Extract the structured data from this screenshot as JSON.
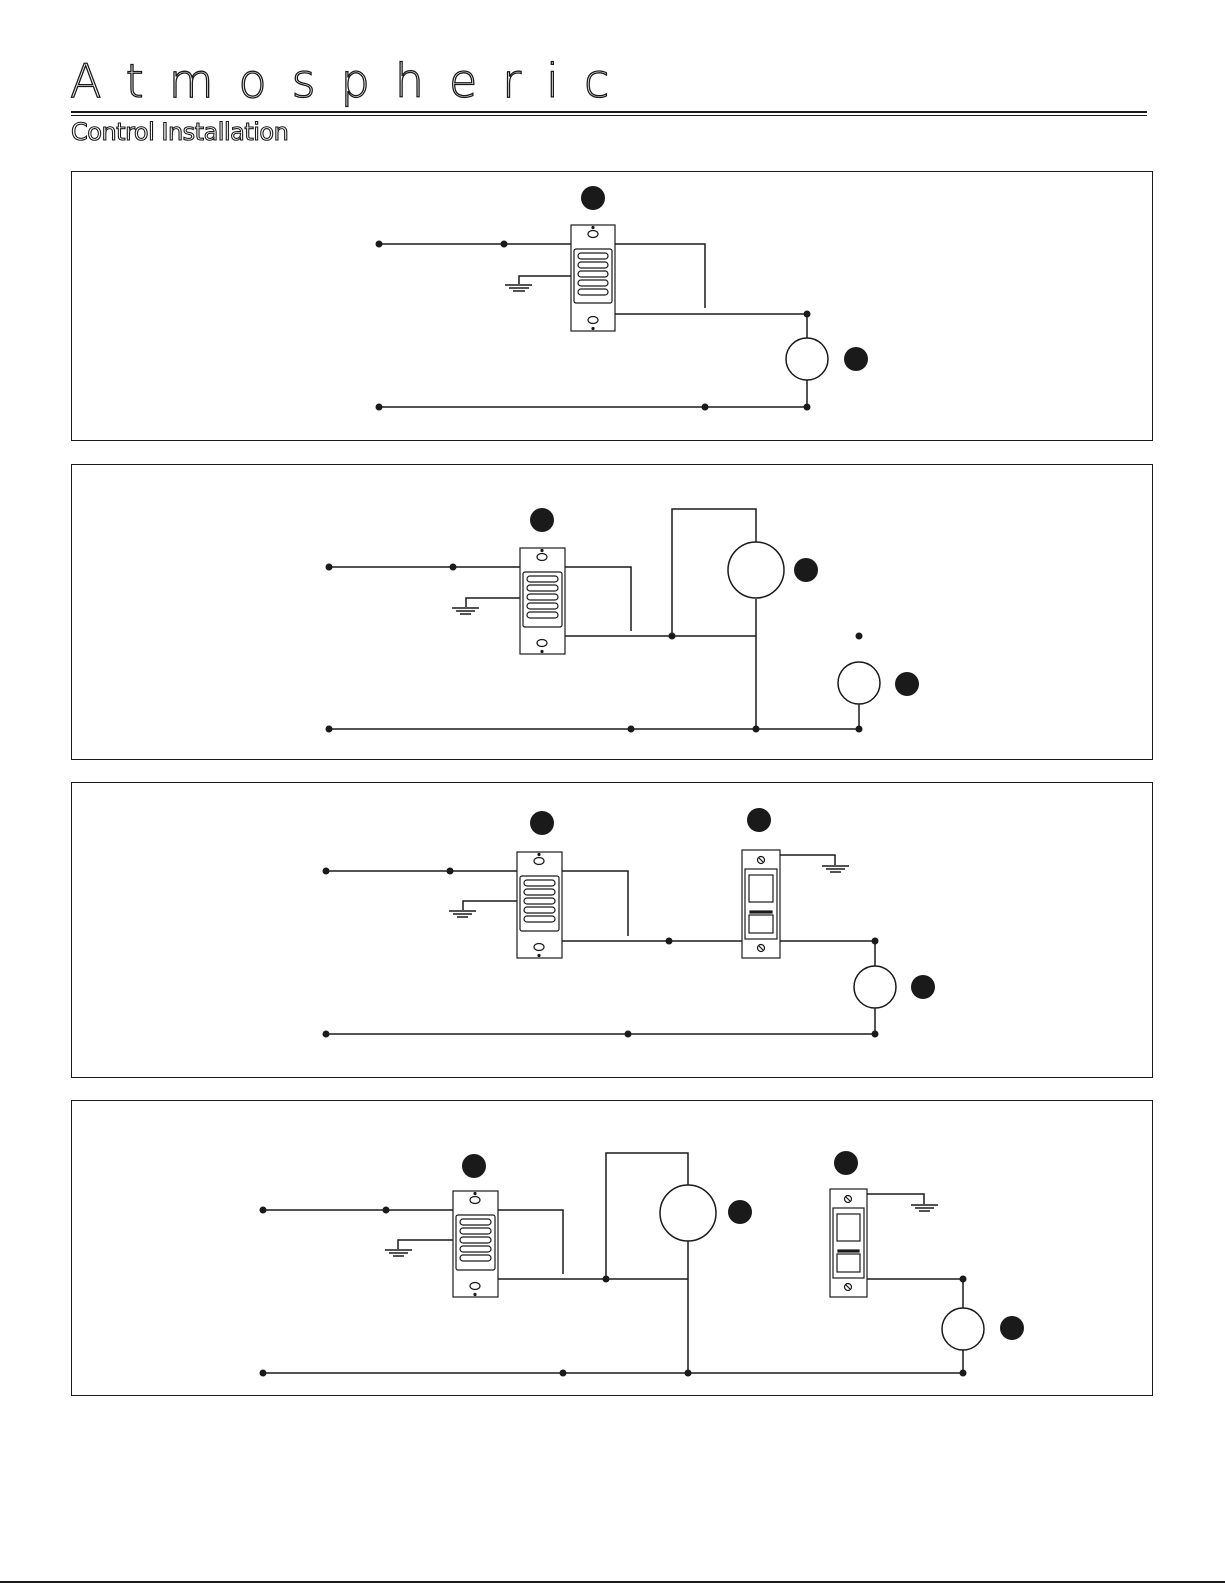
{
  "header": {
    "brand": "Atmospheric",
    "subtitle": "Control Installation"
  },
  "colors": {
    "ink": "#1a1a1a",
    "paper": "#ffffff"
  },
  "icons": [
    "keypad-switch-icon",
    "dimmer-switch-icon",
    "ground-symbol-icon",
    "fixture-icon",
    "callout-marker-icon"
  ],
  "diagrams": [
    {
      "id": "panel-1",
      "keypads": 1,
      "remote_dimmers": 0,
      "fixtures": 1,
      "callout_markers": 2
    },
    {
      "id": "panel-2",
      "keypads": 1,
      "remote_dimmers": 0,
      "fixtures": 2,
      "callout_markers": 3
    },
    {
      "id": "panel-3",
      "keypads": 1,
      "remote_dimmers": 1,
      "fixtures": 1,
      "callout_markers": 3
    },
    {
      "id": "panel-4",
      "keypads": 1,
      "remote_dimmers": 1,
      "fixtures": 2,
      "callout_markers": 4
    }
  ]
}
